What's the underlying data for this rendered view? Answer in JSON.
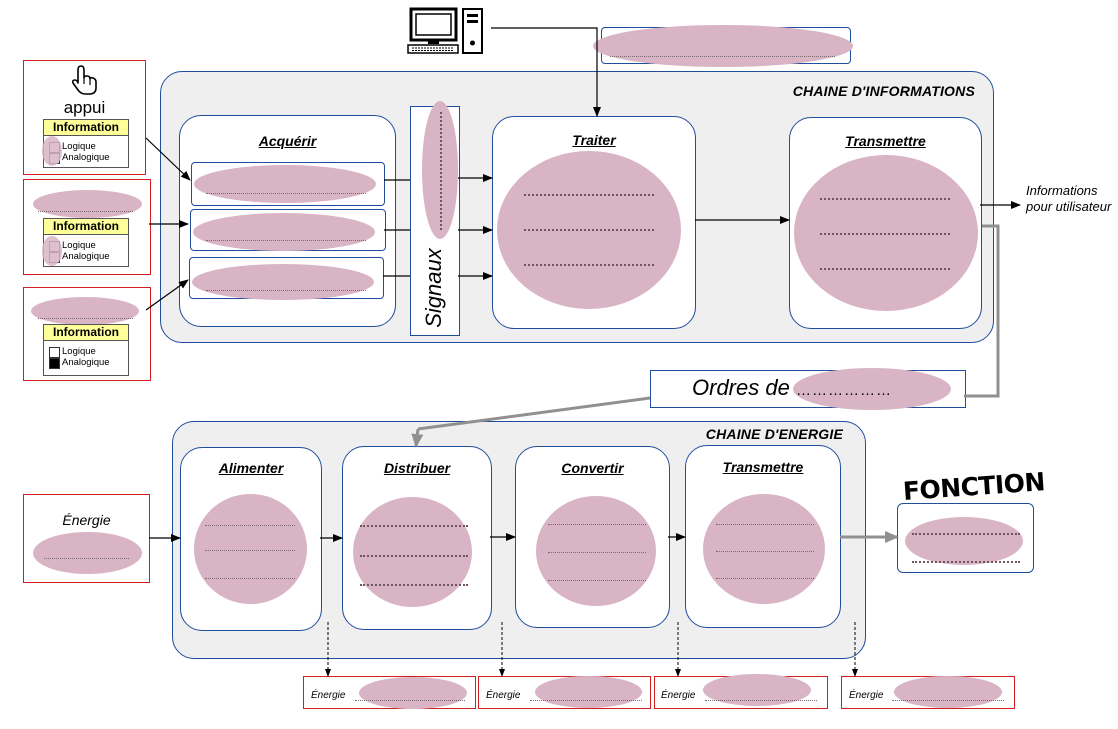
{
  "info_chain": {
    "title": "CHAINE D'INFORMATIONS"
  },
  "energy_chain": {
    "title": "CHAINE D'ENERGIE"
  },
  "functions": {
    "acquerir": "Acquérir",
    "traiter": "Traiter",
    "transmettre_info": "Transmettre",
    "alimenter": "Alimenter",
    "distribuer": "Distribuer",
    "convertir": "Convertir",
    "transmettre_energy": "Transmettre"
  },
  "signals_label": "Signaux",
  "inputs": {
    "appui_label": "appui",
    "info_header": "Information",
    "option_logique": "Logique",
    "option_analogique": "Analogique"
  },
  "output_info_text": "Informations pour utilisateur",
  "orders": {
    "prefix": "Ordres de",
    "dots": "………………"
  },
  "energy_input_label": "Énergie",
  "energy_output_label": "Énergie",
  "fonction_label": "FONCTION",
  "colors": {
    "blob": "#d8b4c4",
    "chain_bg": "#efefef",
    "border_blue": "#1f4e9c",
    "border_red": "#d11f1f",
    "info_yellow": "#ffff99",
    "grey_arrow": "#909090"
  },
  "icons": [
    "hand-pointer-icon",
    "computer-icon"
  ]
}
